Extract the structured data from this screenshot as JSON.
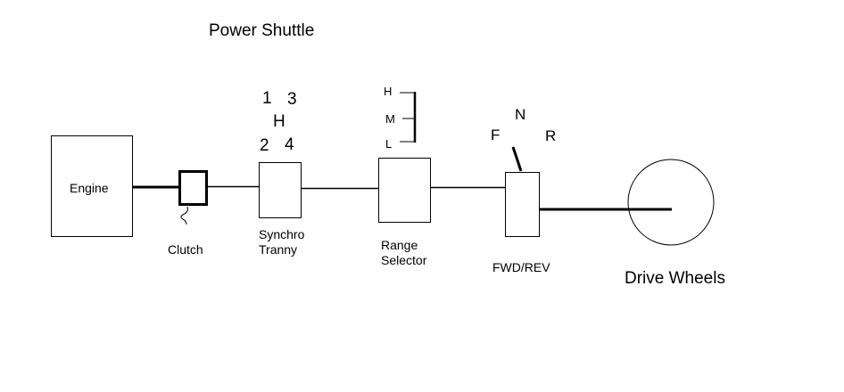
{
  "title": "Power Shuttle",
  "components": {
    "engine": "Engine",
    "clutch": "Clutch",
    "synchro_line1": "Synchro",
    "synchro_line2": "Tranny",
    "range_line1": "Range",
    "range_line2": "Selector",
    "fwd_rev": "FWD/REV",
    "drive_wheels": "Drive Wheels"
  },
  "gear_pattern": {
    "g1": "1",
    "g3": "3",
    "gate": "H",
    "g2": "2",
    "g4": "4"
  },
  "range_positions": {
    "high": "H",
    "mid": "M",
    "low": "L"
  },
  "shuttle_positions": {
    "forward": "F",
    "neutral": "N",
    "reverse": "R"
  },
  "colors": {
    "stroke": "#000000",
    "background": "#ffffff"
  }
}
